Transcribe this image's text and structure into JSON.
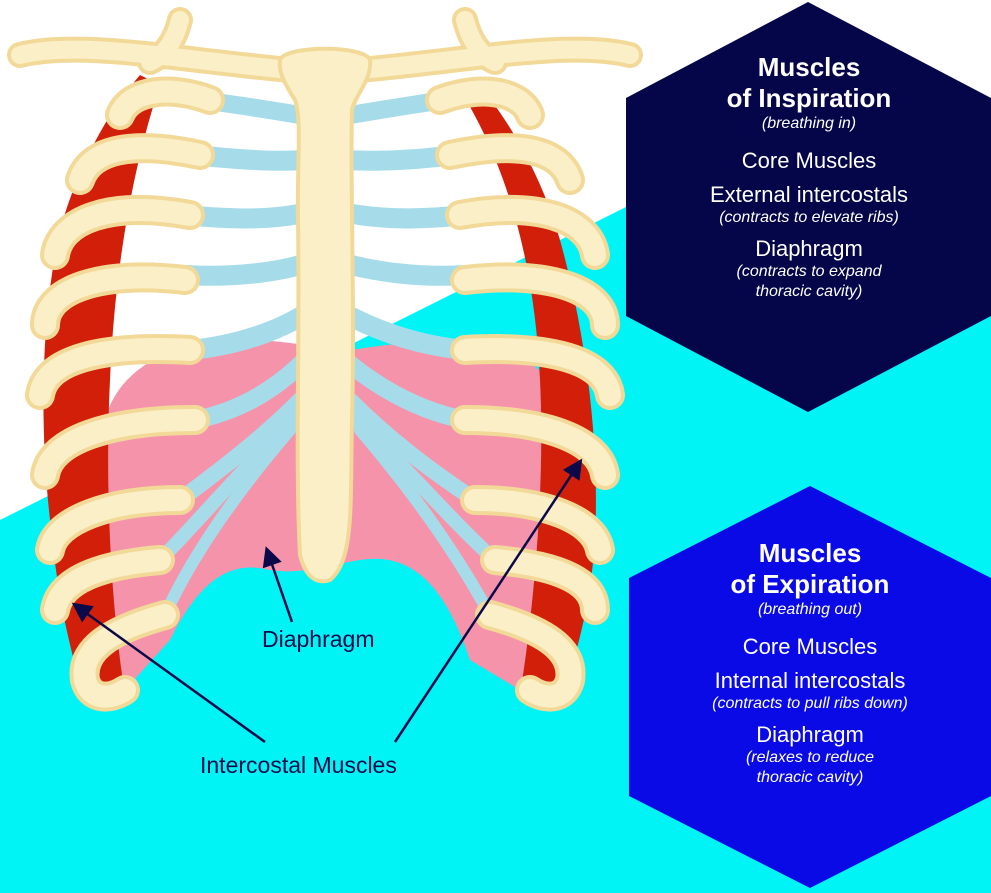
{
  "colors": {
    "background": "#00f4f6",
    "inspiration_hex": "#05054a",
    "expiration_hex": "#0a0ae6",
    "rib": "#fbefc8",
    "rib_edge": "#f2d998",
    "muscle": "#d21f0a",
    "diaphragm": "#f593ab",
    "cartilage": "#a6dce9",
    "arrow": "#0a0a4a"
  },
  "labels": {
    "diaphragm": "Diaphragm",
    "intercostal": "Intercostal Muscles"
  },
  "inspiration": {
    "title_1": "Muscles",
    "title_2": "of Inspiration",
    "subtitle": "(breathing in)",
    "core": "Core Muscles",
    "muscle_1": "External intercostals",
    "muscle_1_note": "(contracts to elevate ribs)",
    "muscle_2": "Diaphragm",
    "muscle_2_note_1": "(contracts to expand",
    "muscle_2_note_2": "thoracic cavity)"
  },
  "expiration": {
    "title_1": "Muscles",
    "title_2": "of Expiration",
    "subtitle": "(breathing out)",
    "core": "Core Muscles",
    "muscle_1": "Internal intercostals",
    "muscle_1_note": "(contracts to pull ribs down)",
    "muscle_2": "Diaphragm",
    "muscle_2_note_1": "(relaxes to reduce",
    "muscle_2_note_2": "thoracic cavity)"
  }
}
